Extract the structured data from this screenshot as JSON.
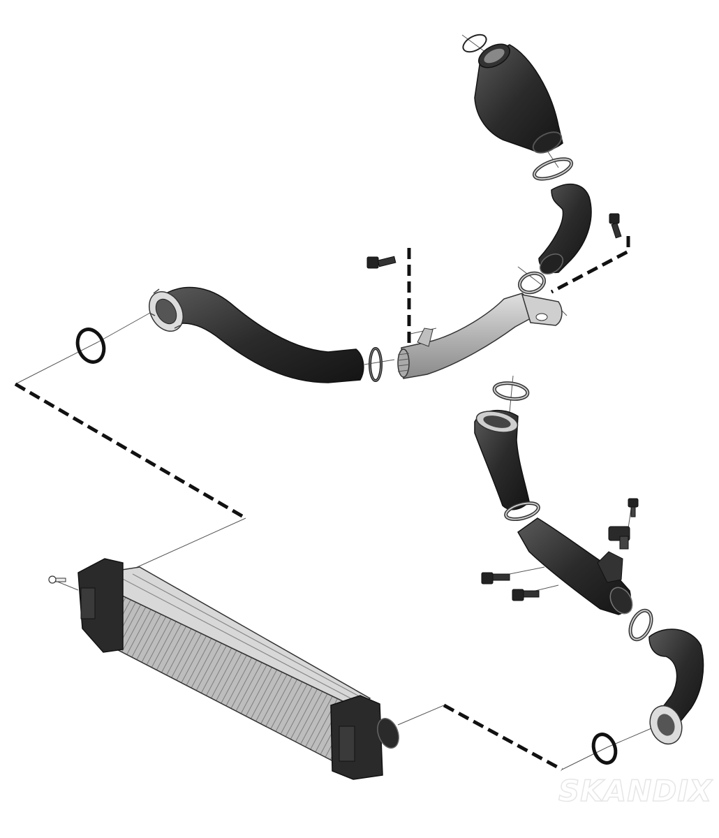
{
  "diagram": {
    "kind": "exploded-parts-view",
    "colors": {
      "hose": "#2b2b2b",
      "hose_highlight": "#5a5a5a",
      "metal_pipe": "#b9b9b9",
      "intercooler_fin": "#9a9a9a",
      "intercooler_frame": "#d4d4d4",
      "leader_dash": "#111111",
      "background": "#ffffff"
    },
    "parts": [
      {
        "id": "throttle-intake-elbow",
        "icon": "intake-elbow"
      },
      {
        "id": "upper-hose-clamp",
        "icon": "clamp-ring"
      },
      {
        "id": "upper-short-hose",
        "icon": "rubber-hose"
      },
      {
        "id": "upper-right-bolt",
        "icon": "bolt"
      },
      {
        "id": "upper-left-bolt",
        "icon": "bolt"
      },
      {
        "id": "metal-charge-pipe",
        "icon": "metal-pipe"
      },
      {
        "id": "pipe-clamp",
        "icon": "clamp-ring"
      },
      {
        "id": "pipe-o-ring",
        "icon": "o-ring"
      },
      {
        "id": "long-charge-hose",
        "icon": "rubber-hose"
      },
      {
        "id": "left-o-ring",
        "icon": "o-ring"
      },
      {
        "id": "lower-top-clamp",
        "icon": "clamp-ring"
      },
      {
        "id": "lower-upper-hose",
        "icon": "rubber-hose"
      },
      {
        "id": "lower-mid-clamp",
        "icon": "clamp-ring"
      },
      {
        "id": "sensor-pipe",
        "icon": "plastic-pipe"
      },
      {
        "id": "pressure-sensor",
        "icon": "sensor"
      },
      {
        "id": "sensor-bolt",
        "icon": "bolt"
      },
      {
        "id": "pipe-bolt-a",
        "icon": "bolt"
      },
      {
        "id": "pipe-bolt-b",
        "icon": "bolt"
      },
      {
        "id": "lower-clamp",
        "icon": "clamp-ring"
      },
      {
        "id": "lower-elbow-hose",
        "icon": "rubber-hose"
      },
      {
        "id": "right-o-ring",
        "icon": "o-ring"
      },
      {
        "id": "intercooler",
        "icon": "intercooler"
      },
      {
        "id": "intercooler-screw",
        "icon": "screw"
      }
    ],
    "watermark": "SKANDIX"
  }
}
